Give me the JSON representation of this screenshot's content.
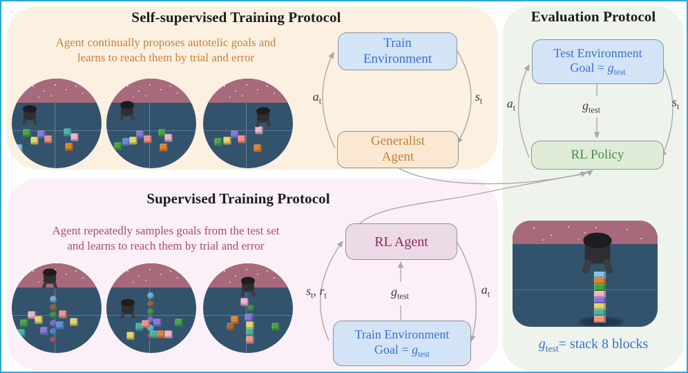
{
  "panels": {
    "self_supervised": {
      "title": "Self-supervised Training Protocol",
      "description_line1": "Agent continually proposes autotelic goals and",
      "description_line2": "learns to reach them by trial and error"
    },
    "supervised": {
      "title": "Supervised Training Protocol",
      "description_line1": "Agent repeatedly samples goals from the test set",
      "description_line2": "and learns to reach them by trial and error"
    },
    "evaluation": {
      "title": "Evaluation Protocol",
      "caption": "g_test= stack 8 blocks"
    }
  },
  "loops": {
    "self": {
      "top_line1": "Train",
      "top_line2": "Environment",
      "bottom_line1": "Generalist",
      "bottom_line2": "Agent",
      "left_label": "a_t",
      "right_label": "s_t"
    },
    "eval": {
      "top_line1": "Test Environment",
      "top_line2": "Goal = g_test",
      "bottom_line1": "RL Policy",
      "left_label": "a_t",
      "mid_label": "g_test",
      "right_label": "s_t"
    },
    "supervised": {
      "top_line1": "RL Agent",
      "bottom_line1": "Train Environment",
      "bottom_line2": "Goal = g_test",
      "left_label": "s_t, r_t",
      "mid_label": "g_test",
      "right_label": "a_t"
    }
  },
  "colors": {
    "figure_border": "#2ca6da",
    "panel_self": "#fcf0e1",
    "panel_supervised": "#fbeff8",
    "panel_evaluation": "#eef3ec",
    "box_blue_bg": "#d3e4f7",
    "box_blue_text": "#3d6ed0",
    "box_orange_bg": "#fbe8d2",
    "box_orange_text": "#c67f35",
    "box_green_bg": "#dfecd8",
    "box_green_text": "#4b8b45",
    "box_pink_bg": "#ecdbe7",
    "box_pink_text": "#97255c",
    "description_self": "#cb7f36",
    "description_supervised": "#ad4a72",
    "arrow": "#a9a9a9",
    "scene_wall": "#a76a7a",
    "scene_floor": "#33536d"
  },
  "block_colors": {
    "green": "#46a345",
    "lightblue": "#7fc3e8",
    "blue": "#5b8fd4",
    "yellow": "#e5d466",
    "purple": "#8677d9",
    "salmon": "#ef9383",
    "teal": "#43b3a4",
    "pink": "#edb3cb",
    "orange": "#e0812c",
    "brown": "#a8683a",
    "maroon": "#a05a68"
  },
  "scenes": {
    "top": [
      {
        "robot": [
          20,
          40
        ],
        "blocks": [
          [
            17,
            61,
            "green"
          ],
          [
            8,
            78,
            "lightblue"
          ],
          [
            25,
            69,
            "yellow"
          ],
          [
            33,
            62,
            "purple"
          ],
          [
            41,
            68,
            "salmon"
          ],
          [
            62,
            60,
            "teal"
          ],
          [
            70,
            65,
            "pink"
          ],
          [
            64,
            76,
            "orange"
          ]
        ]
      },
      {
        "robot": [
          23,
          35
        ],
        "blocks": [
          [
            13,
            75,
            "green"
          ],
          [
            22,
            71,
            "blue"
          ],
          [
            30,
            69,
            "yellow"
          ],
          [
            38,
            62,
            "purple"
          ],
          [
            46,
            68,
            "salmon"
          ],
          [
            62,
            61,
            "green"
          ],
          [
            69,
            66,
            "pink"
          ],
          [
            64,
            77,
            "orange"
          ]
        ]
      },
      {
        "robot": [
          67,
          42
        ],
        "blocks": [
          [
            62,
            58,
            "pink"
          ],
          [
            17,
            71,
            "green"
          ],
          [
            27,
            69,
            "yellow"
          ],
          [
            35,
            62,
            "purple"
          ],
          [
            43,
            68,
            "salmon"
          ],
          [
            61,
            78,
            "orange"
          ]
        ]
      }
    ],
    "bottom": [
      {
        "robot": [
          42,
          16
        ],
        "spheres": [
          [
            46,
            40,
            "lightblue"
          ],
          [
            46,
            49,
            "brown"
          ],
          [
            46,
            58,
            "green"
          ],
          [
            46,
            67,
            "purple"
          ],
          [
            46,
            76,
            "blue"
          ],
          [
            46,
            85,
            "maroon"
          ]
        ],
        "blocks": [
          [
            22,
            58,
            "pink"
          ],
          [
            14,
            67,
            "green"
          ],
          [
            11,
            78,
            "teal"
          ],
          [
            30,
            63,
            "yellow"
          ],
          [
            36,
            75,
            "purple"
          ],
          [
            57,
            57,
            "salmon"
          ],
          [
            54,
            69,
            "blue"
          ],
          [
            69,
            65,
            "yellow"
          ]
        ]
      },
      {
        "robot": [
          24,
          50
        ],
        "spheres": [
          [
            49,
            36,
            "lightblue"
          ],
          [
            49,
            45,
            "brown"
          ],
          [
            49,
            54,
            "green"
          ],
          [
            49,
            63,
            "purple"
          ],
          [
            49,
            72,
            "lightblue"
          ],
          [
            49,
            81,
            "maroon"
          ]
        ],
        "blocks": [
          [
            27,
            81,
            "yellow"
          ],
          [
            37,
            71,
            "teal"
          ],
          [
            44,
            68,
            "salmon"
          ],
          [
            57,
            66,
            "purple"
          ],
          [
            53,
            79,
            "teal"
          ],
          [
            61,
            79,
            "orange"
          ],
          [
            69,
            79,
            "pink"
          ],
          [
            81,
            66,
            "green"
          ]
        ]
      },
      {
        "robot": [
          50,
          25
        ],
        "spheres": [
          [
            53,
            50,
            "green"
          ],
          [
            53,
            59,
            "purple"
          ]
        ],
        "blocks": [
          [
            46,
            43,
            "pink"
          ],
          [
            51,
            61,
            "purple"
          ],
          [
            52,
            69,
            "yellow"
          ],
          [
            52,
            77,
            "teal"
          ],
          [
            52,
            85,
            "salmon"
          ],
          [
            35,
            63,
            "orange"
          ],
          [
            31,
            71,
            "brown"
          ],
          [
            81,
            71,
            "green"
          ]
        ]
      }
    ],
    "eval_stack": [
      "lightblue",
      "orange",
      "green",
      "pink",
      "purple",
      "yellow",
      "teal",
      "salmon"
    ],
    "eval_robot": [
      123,
      45
    ]
  }
}
